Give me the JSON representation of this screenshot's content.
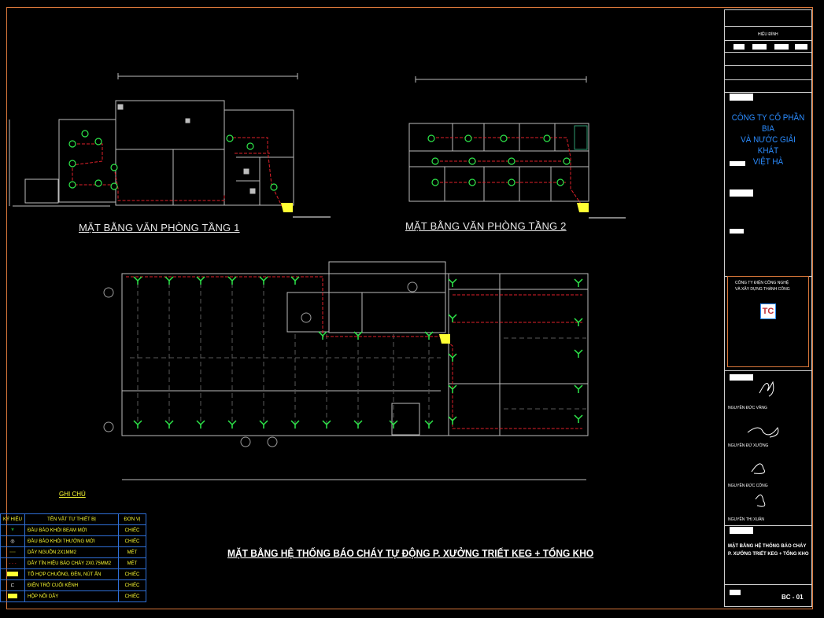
{
  "titles": {
    "floor1": "MẶT BẰNG VĂN PHÒNG TẦNG 1",
    "floor2": "MẶT BẰNG VĂN PHÒNG TẦNG 2",
    "main": "MẶT BẰNG HỆ THỐNG BÁO CHÁY TỰ ĐỘNG P. XƯỞNG TRIẾT KEG + TỔNG KHO"
  },
  "notes": {
    "label": "GHI CHÚ"
  },
  "legend": {
    "headers": {
      "symbol": "KÝ HIỆU",
      "name": "TÊN VẬT TƯ THIẾT BỊ",
      "unit": "ĐƠN VỊ"
    },
    "rows": [
      {
        "name": "ĐẦU BÁO KHÓI BEAM MỚI",
        "unit": "CHIẾC"
      },
      {
        "name": "ĐẦU BÁO KHÓI THƯỜNG MỚI",
        "unit": "CHIẾC"
      },
      {
        "name": "DÂY NGUỒN 2X1MM2",
        "unit": "MÉT"
      },
      {
        "name": "DÂY TÍN HIỆU BÁO CHÁY 2X0.75MM2",
        "unit": "MÉT"
      },
      {
        "name": "TỔ HỢP CHUÔNG, ĐÈN, NÚT ẤN",
        "unit": "CHIẾC"
      },
      {
        "name": "ĐIỆN TRỞ CUỐI KÊNH",
        "unit": "CHIẾC"
      },
      {
        "name": "HỘP NỐI DÂY",
        "unit": "CHIẾC"
      }
    ]
  },
  "title_block": {
    "revision": "HIỆU ĐÍNH",
    "company": [
      "CÔNG TY CỔ PHẦN BIA",
      "VÀ NƯỚC GIẢI KHÁT",
      "VIỆT HÀ"
    ],
    "designer_company": [
      "CÔNG TY ĐIỆN CÔNG NGHỆ",
      "VÀ XÂY DỰNG THÀNH CÔNG"
    ],
    "logo_text": "TC",
    "people": [
      "NGUYỄN ĐỨC VĂNG",
      "NGUYỄN ĐỨ XƯỜNG",
      "NGUYỄN ĐỨC CÔNG",
      "NGUYỄN THỊ XUÂN"
    ],
    "drawing_title": [
      "MẶT BẰNG HỆ THỐNG BÁO CHÁY",
      "P. XƯỞNG TRIẾT KEG + TỔNG KHO"
    ],
    "sheet": "BC - 01"
  },
  "colors": {
    "background": "#000000",
    "frame": "#d9773a",
    "fire_line": "#e0202a",
    "detector": "#2ee84a",
    "walls": "#bdbdbd",
    "company": "#2b8cff",
    "legend_text": "#ffff33"
  }
}
